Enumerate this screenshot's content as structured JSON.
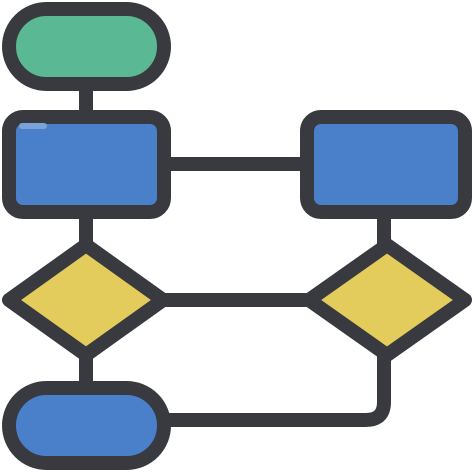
{
  "icon": {
    "name": "flowchart-icon",
    "colors": {
      "outline": "#383a3f",
      "terminator_top": "#5ab894",
      "process": "#4a7fc9",
      "decision": "#e3cc5c",
      "terminator_bottom": "#4a7fc9",
      "highlight": "#7aa3da",
      "background": "#ffffff"
    },
    "nodes": [
      {
        "id": "start",
        "shape": "terminator",
        "label": ""
      },
      {
        "id": "process-left",
        "shape": "process",
        "label": ""
      },
      {
        "id": "process-right",
        "shape": "process",
        "label": ""
      },
      {
        "id": "decision-left",
        "shape": "decision",
        "label": ""
      },
      {
        "id": "decision-right",
        "shape": "decision",
        "label": ""
      },
      {
        "id": "end",
        "shape": "terminator",
        "label": ""
      }
    ],
    "edges": [
      {
        "from": "start",
        "to": "process-left"
      },
      {
        "from": "process-left",
        "to": "process-right"
      },
      {
        "from": "process-left",
        "to": "decision-left"
      },
      {
        "from": "process-right",
        "to": "decision-right"
      },
      {
        "from": "decision-left",
        "to": "decision-right"
      },
      {
        "from": "decision-left",
        "to": "end"
      },
      {
        "from": "decision-right",
        "to": "end"
      }
    ]
  }
}
